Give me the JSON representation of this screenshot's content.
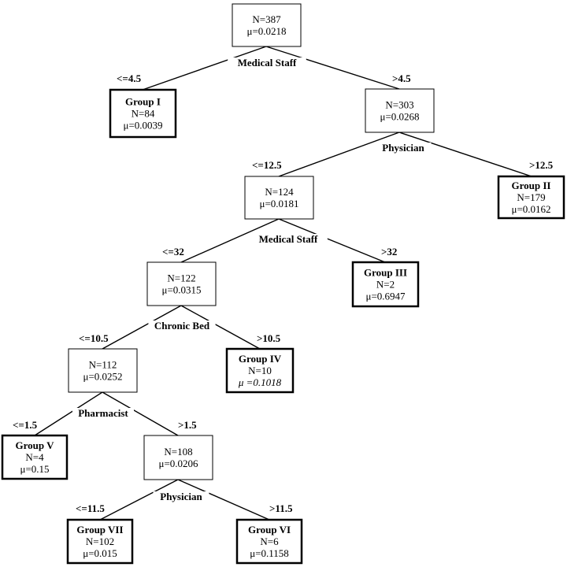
{
  "nodes": [
    {
      "id": "root",
      "lines": [
        "N=387",
        "μ=0.0218"
      ],
      "leaf": false
    },
    {
      "id": "g1",
      "title": "Group I",
      "lines": [
        "N=84",
        "μ=0.0039"
      ],
      "leaf": true
    },
    {
      "id": "n303",
      "lines": [
        "N=303",
        "μ=0.0268"
      ],
      "leaf": false
    },
    {
      "id": "n124",
      "lines": [
        "N=124",
        "μ=0.0181"
      ],
      "leaf": false
    },
    {
      "id": "g2",
      "title": "Group II",
      "lines": [
        "N=179",
        "μ=0.0162"
      ],
      "leaf": true
    },
    {
      "id": "n122",
      "lines": [
        "N=122",
        "μ=0.0315"
      ],
      "leaf": false
    },
    {
      "id": "g3",
      "title": "Group III",
      "lines": [
        "N=2",
        "μ=0.6947"
      ],
      "leaf": true
    },
    {
      "id": "n112",
      "lines": [
        "N=112",
        "μ=0.0252"
      ],
      "leaf": false
    },
    {
      "id": "g4",
      "title": "Group IV",
      "lines": [
        "N=10",
        "μ =0.1018"
      ],
      "leaf": true,
      "italic_last": true
    },
    {
      "id": "g5",
      "title": "Group V",
      "lines": [
        "N=4",
        "μ=0.15"
      ],
      "leaf": true
    },
    {
      "id": "n108",
      "lines": [
        "N=108",
        "μ=0.0206"
      ],
      "leaf": false
    },
    {
      "id": "g7",
      "title": "Group VII",
      "lines": [
        "N=102",
        "μ=0.015"
      ],
      "leaf": true
    },
    {
      "id": "g6",
      "title": "Group VI",
      "lines": [
        "N=6",
        "μ=0.1158"
      ],
      "leaf": true
    }
  ],
  "splits": [
    {
      "id": "s1",
      "variable": "Medical Staff",
      "parent": "root",
      "left": {
        "child": "g1",
        "label": "<=4.5"
      },
      "right": {
        "child": "n303",
        "label": ">4.5"
      }
    },
    {
      "id": "s2",
      "variable": "Physician",
      "parent": "n303",
      "left": {
        "child": "n124",
        "label": "<=12.5"
      },
      "right": {
        "child": "g2",
        "label": ">12.5"
      }
    },
    {
      "id": "s3",
      "variable": "Medical Staff",
      "parent": "n124",
      "left": {
        "child": "n122",
        "label": "<=32"
      },
      "right": {
        "child": "g3",
        "label": ">32"
      }
    },
    {
      "id": "s4",
      "variable": "Chronic Bed",
      "parent": "n122",
      "left": {
        "child": "n112",
        "label": "<=10.5"
      },
      "right": {
        "child": "g4",
        "label": ">10.5"
      }
    },
    {
      "id": "s5",
      "variable": "Pharmacist",
      "parent": "n112",
      "left": {
        "child": "g5",
        "label": "<=1.5"
      },
      "right": {
        "child": "n108",
        "label": ">1.5"
      }
    },
    {
      "id": "s6",
      "variable": "Physician",
      "parent": "n108",
      "left": {
        "child": "g7",
        "label": "<=11.5"
      },
      "right": {
        "child": "g6",
        "label": ">11.5"
      }
    }
  ]
}
